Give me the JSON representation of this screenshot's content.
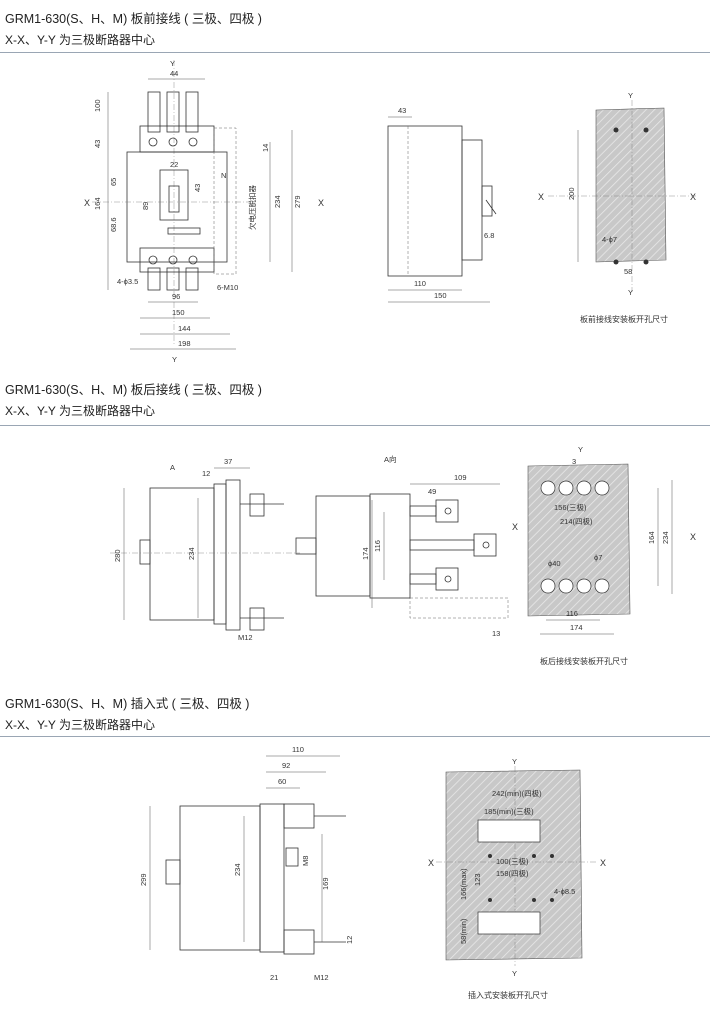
{
  "sections": [
    {
      "title": "GRM1-630(S、H、M) 板前接线 ( 三极、四极 )",
      "subtitle": "X-X、Y-Y 为三极断路器中心"
    },
    {
      "title": "GRM1-630(S、H、M) 板后接线 ( 三极、四极 )",
      "subtitle": "X-X、Y-Y 为三极断路器中心"
    },
    {
      "title": "GRM1-630(S、H、M) 插入式 ( 三极、四极 )",
      "subtitle": "X-X、Y-Y 为三极断路器中心"
    }
  ],
  "captions": {
    "front_panel": "板前接线安装板开孔尺寸",
    "rear_panel": "板后接线安装板开孔尺寸",
    "plugin_panel": "插入式安装板开孔尺寸"
  },
  "dims1": {
    "y": "Y",
    "x": "X",
    "n": "N",
    "d44": "44",
    "d100": "100",
    "d43": "43",
    "d164": "164",
    "d65": "65",
    "d686": "68.6",
    "d22": "22",
    "d43b": "43",
    "d89": "89",
    "d14": "14",
    "d234": "234",
    "d279": "279",
    "d49": "4-ϕ3.5",
    "d96": "96",
    "d150": "150",
    "d144": "144",
    "d198": "198",
    "m10": "6-M10",
    "relay": "欠电压脱扣器",
    "s43": "43",
    "s68": "6.8",
    "s110": "110",
    "s150": "150",
    "p200": "200",
    "p47": "4-ϕ7",
    "p58": "58"
  },
  "dims2": {
    "a": "A",
    "aview": "A向",
    "d12": "12",
    "d37": "37",
    "d280": "280",
    "d234": "234",
    "m12": "M12",
    "d109": "109",
    "d49": "49",
    "d116": "116",
    "d174": "174",
    "d13": "13",
    "d3": "3",
    "d156": "156(三极)",
    "d214": "214(四极)",
    "d164": "164",
    "d234b": "234",
    "phi40": "ϕ40",
    "phi7": "ϕ7",
    "d116b": "116",
    "d174b": "174"
  },
  "dims3": {
    "d110": "110",
    "d92": "92",
    "d60": "60",
    "d299": "299",
    "d234": "234",
    "m8": "M8",
    "d169": "169",
    "d12": "12",
    "d21": "21",
    "m12": "M12",
    "d242": "242(min)(四极)",
    "d185": "185(min)(三极)",
    "d100": "100(三极)",
    "d158": "158(四极)",
    "d123": "123",
    "d166": "166(max)",
    "d58": "58(min)",
    "d485": "4-ϕ8.5"
  }
}
